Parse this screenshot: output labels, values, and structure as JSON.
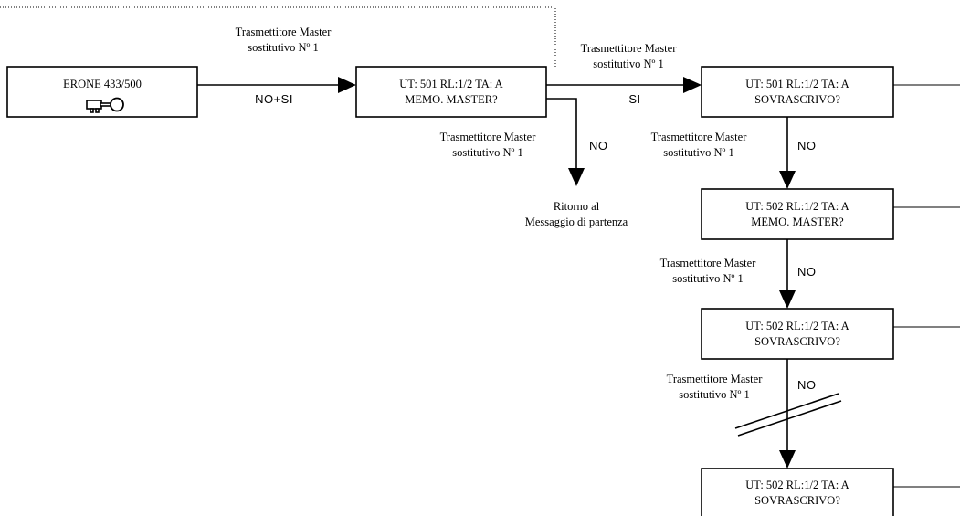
{
  "boxes": {
    "start": {
      "line1": "ERONE 433/500",
      "icon": "key-icon"
    },
    "b1": {
      "line1": "UT: 501 RL:1/2 TA: A",
      "line2": "MEMO. MASTER?"
    },
    "b2": {
      "line1": "UT: 501 RL:1/2 TA: A",
      "line2": "SOVRASCRIVO?"
    },
    "b3": {
      "line1": "UT: 502 RL:1/2 TA: A",
      "line2": "MEMO. MASTER?"
    },
    "b4": {
      "line1": "UT: 502 RL:1/2 TA: A",
      "line2": "SOVRASCRIVO?"
    },
    "b5": {
      "line1": "UT: 502 RL:1/2 TA: A",
      "line2": "SOVRASCRIVO?"
    }
  },
  "labels": {
    "tx_line1": "Trasmettitore Master",
    "tx_line2": "sostitutivo Nº 1",
    "no_si": "NO+SI",
    "si": "SI",
    "no": "NO",
    "return_line1": "Ritorno al",
    "return_line2": "Messaggio di partenza"
  },
  "colors": {
    "stroke": "#000000",
    "background": "#ffffff"
  }
}
